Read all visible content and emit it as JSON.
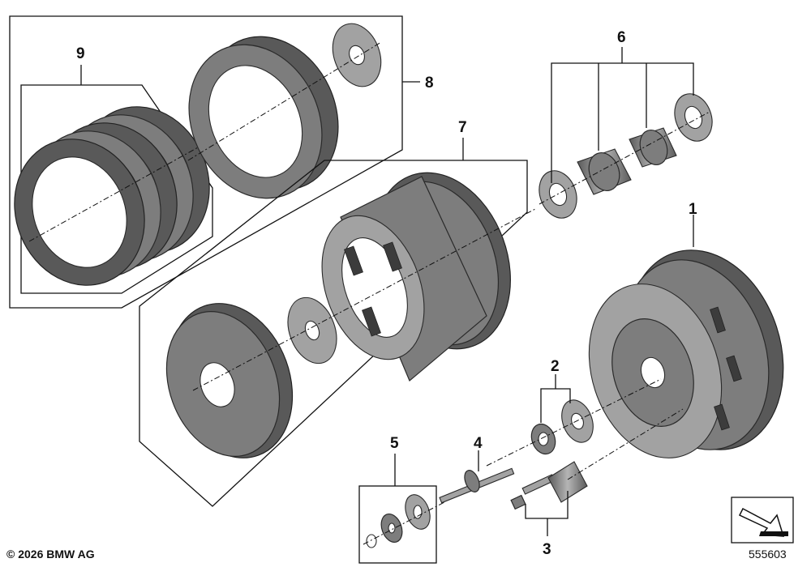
{
  "callouts": {
    "c1": "1",
    "c2": "2",
    "c3": "3",
    "c4": "4",
    "c5": "5",
    "c6": "6",
    "c7": "7",
    "c8": "8",
    "c9": "9"
  },
  "footer": {
    "copyright": "© 2026 BMW AG",
    "reference": "555603"
  },
  "icons": {
    "orientation": "direction-arrow-icon"
  }
}
